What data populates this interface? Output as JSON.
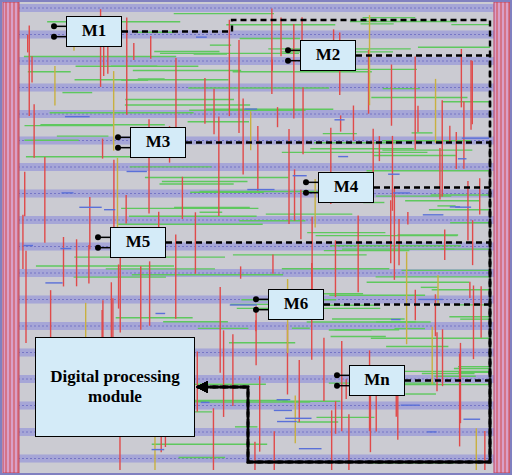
{
  "diagram": {
    "nodes": [
      {
        "text": [
          "M1"
        ]
      },
      {
        "text": [
          "M2"
        ]
      },
      {
        "text": [
          "M3"
        ]
      },
      {
        "text": [
          "M4"
        ]
      },
      {
        "text": [
          "M5"
        ]
      },
      {
        "text": [
          "M6"
        ]
      },
      {
        "text": [
          "Digital processing module"
        ]
      },
      {
        "text": [
          "Mn"
        ]
      }
    ],
    "edges": [
      {
        "from": 0,
        "to": 6,
        "arrow": "to"
      },
      {
        "from": 1,
        "to": 6,
        "arrow": "to"
      },
      {
        "from": 2,
        "to": 6,
        "arrow": "to"
      },
      {
        "from": 3,
        "to": 6,
        "arrow": "to"
      },
      {
        "from": 4,
        "to": 6,
        "arrow": "to"
      },
      {
        "from": 5,
        "to": 6,
        "arrow": "to"
      },
      {
        "from": 7,
        "to": 6,
        "arrow": "to"
      }
    ]
  }
}
